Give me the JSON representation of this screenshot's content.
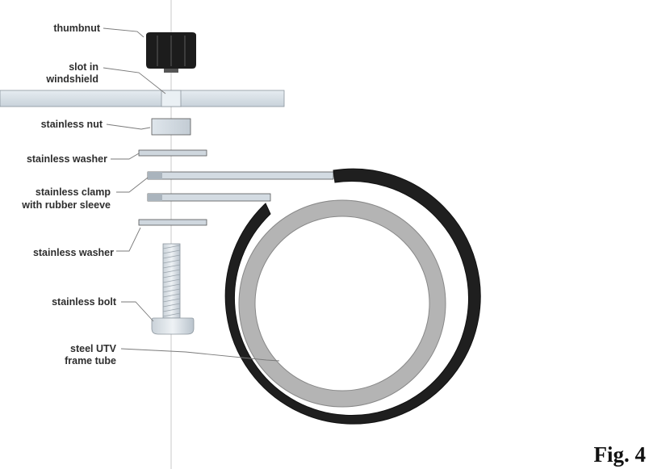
{
  "labels": {
    "thumbnut": "thumbnut",
    "slot_line1": "slot in",
    "slot_line2": "windshield",
    "stainless_nut": "stainless nut",
    "washer_top": "stainless washer",
    "clamp_line1": "stainless clamp",
    "clamp_line2": "with rubber sleeve",
    "washer_bottom": "stainless washer",
    "bolt": "stainless bolt",
    "tube_line1": "steel UTV",
    "tube_line2": "frame tube"
  },
  "figure_label": "Fig. 4",
  "colors": {
    "metal_light": "#d6dde4",
    "metal_mid": "#bcc6cf",
    "rubber": "#1f1f1f",
    "tube": "#b4b4b4",
    "leader": "#7a7a7a"
  }
}
